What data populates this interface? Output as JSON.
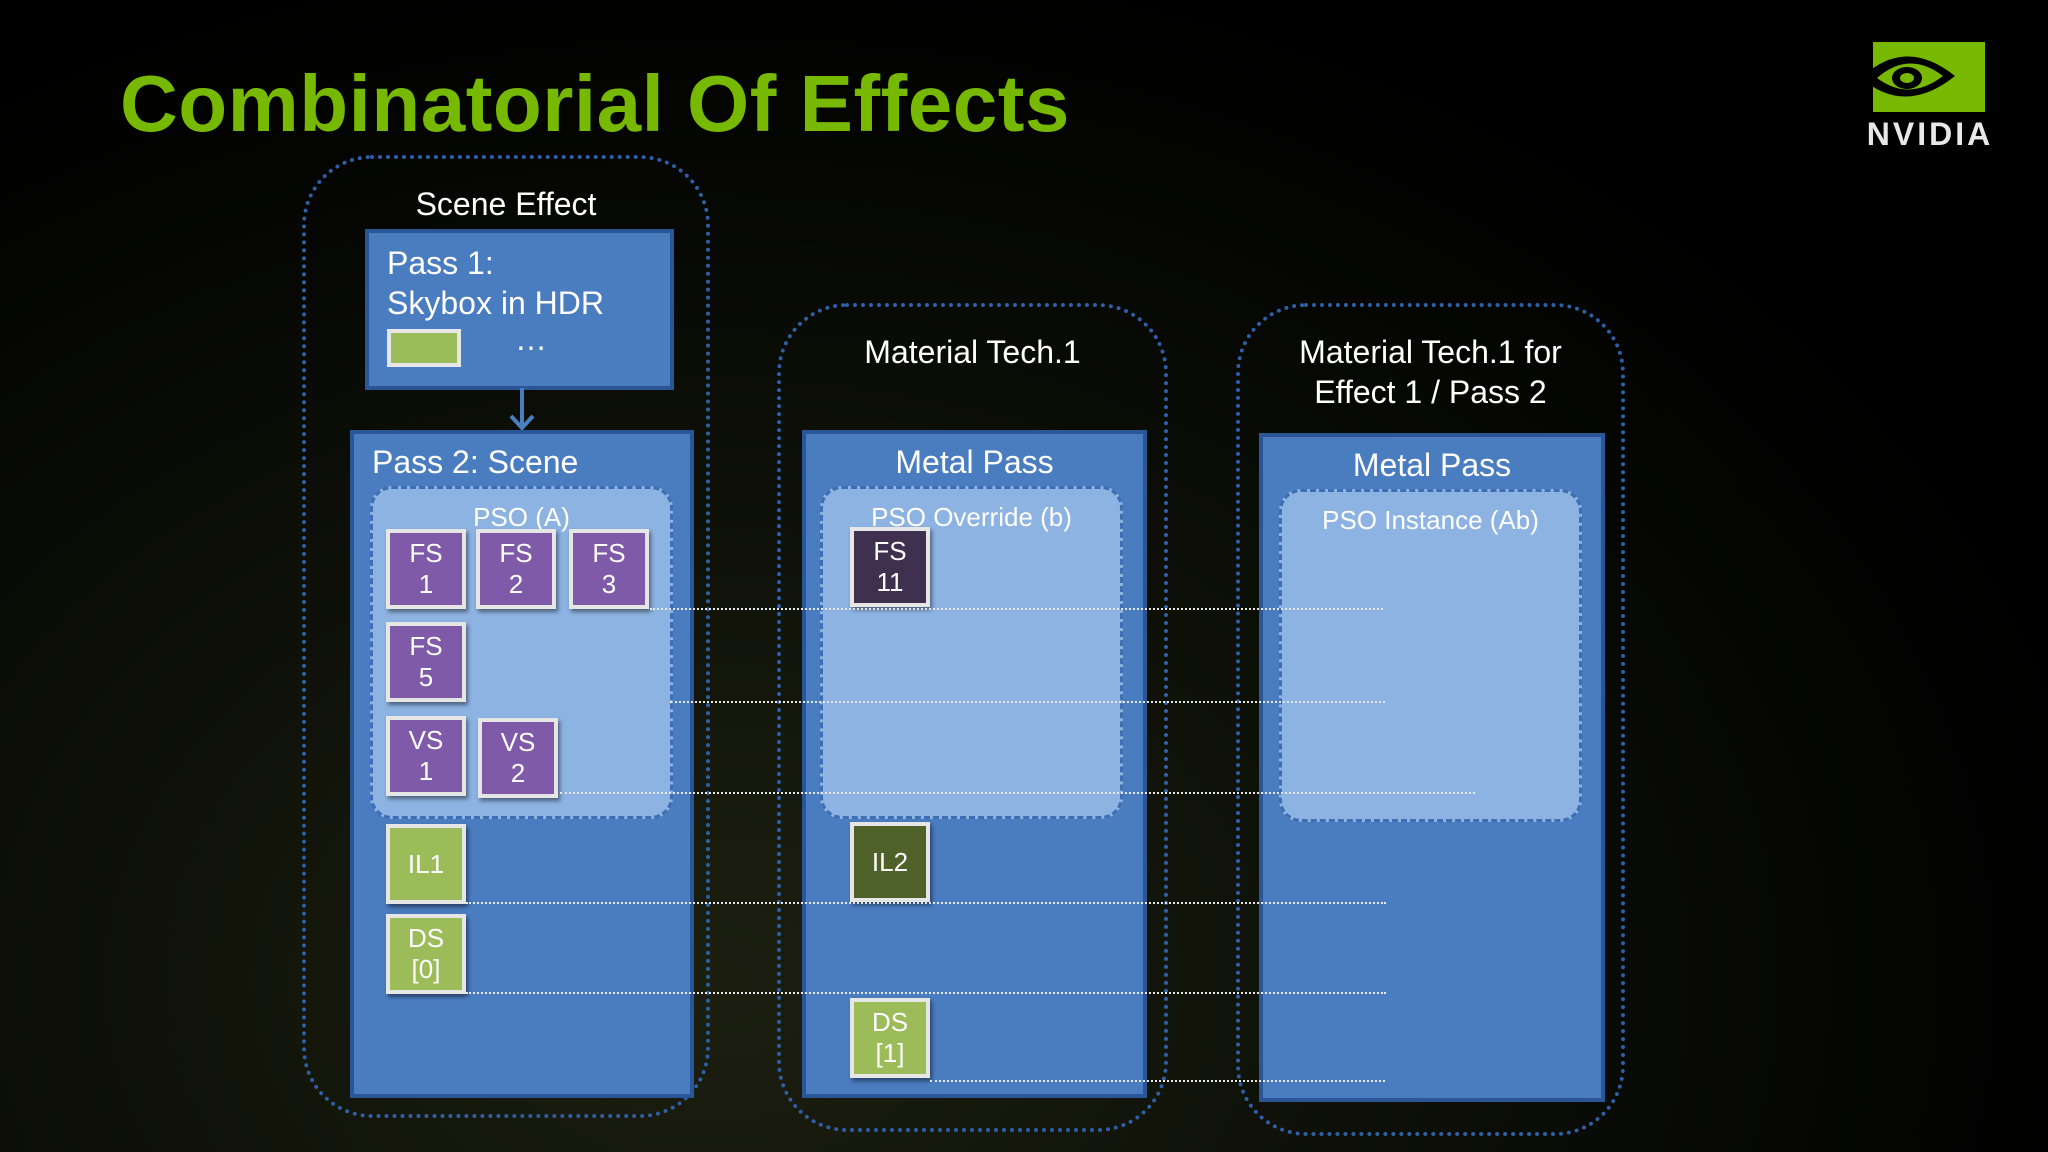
{
  "slide": {
    "title": "Combinatorial Of Effects",
    "logo_text": "NVIDIA"
  },
  "scene_effect": {
    "label": "Scene Effect",
    "pass1": {
      "line1": "Pass 1:",
      "line2": "Skybox in HDR",
      "ellipsis": "…"
    },
    "pass2": {
      "title": "Pass 2: Scene",
      "pso_label": "PSO (A)",
      "fs1": "FS\n1",
      "fs2": "FS\n2",
      "fs3": "FS\n3",
      "fs5": "FS\n5",
      "vs1": "VS\n1",
      "vs2": "VS\n2",
      "il1": "IL1",
      "ds0": "DS\n[0]"
    }
  },
  "material_tech": {
    "label": "Material Tech.1",
    "pass_title": "Metal Pass",
    "pso_label": "PSO Override (b)",
    "fs11": "FS\n11",
    "il2": "IL2",
    "ds1": "DS\n[1]"
  },
  "material_tech_for_effect": {
    "label_line1": "Material Tech.1 for",
    "label_line2": "Effect 1 / Pass 2",
    "pass_title": "Metal Pass",
    "pso_label": "PSO Instance (Ab)"
  },
  "colors": {
    "title_green": "#76b900",
    "panel_blue": "#4a7cc0",
    "pso_light_blue": "#8db3e2",
    "chip_purple": "#7f5aa8",
    "chip_dark_purple": "#3f3050",
    "chip_green": "#9cbb59",
    "chip_dark_green": "#4e6128"
  }
}
